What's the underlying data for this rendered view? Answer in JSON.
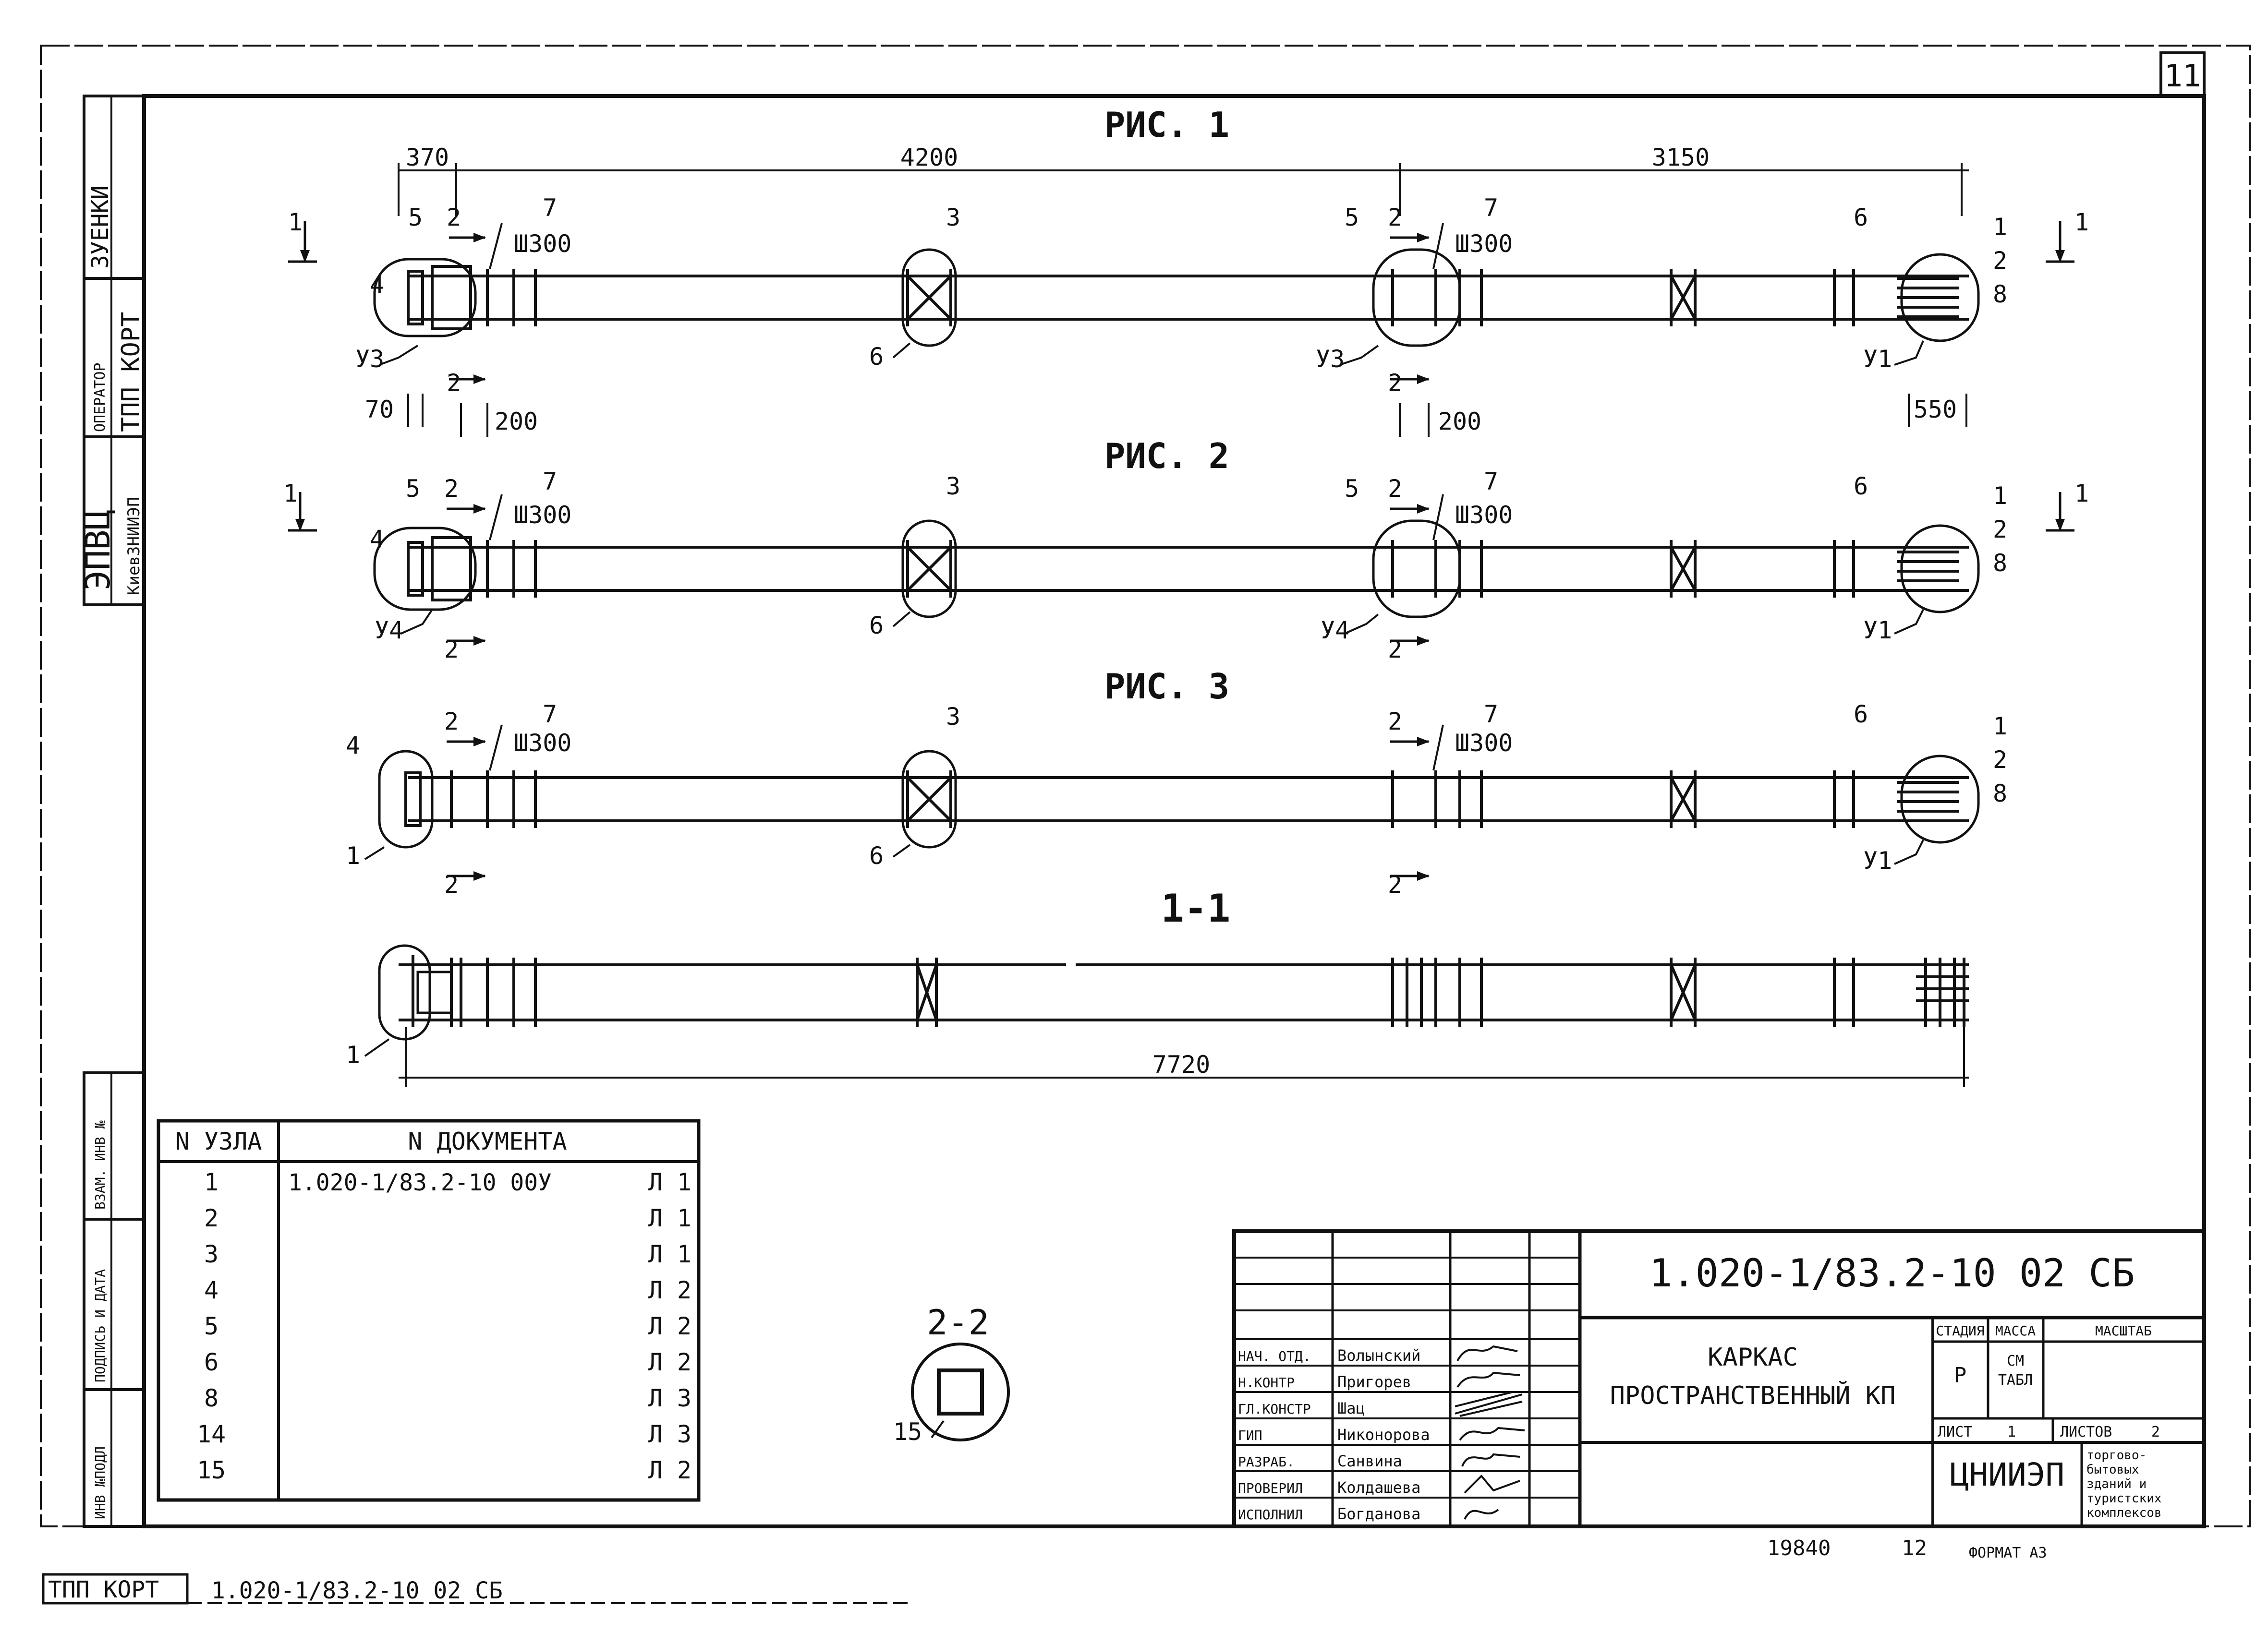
{
  "sheet_number": "11",
  "figures": [
    {
      "title": "РИС. 1"
    },
    {
      "title": "РИС. 2"
    },
    {
      "title": "РИС. 3"
    },
    {
      "title": "1-1"
    }
  ],
  "section_arrow": "1",
  "section_cut": "2",
  "callouts": {
    "n1": "1",
    "n2": "2",
    "n3": "3",
    "n4": "4",
    "n5": "5",
    "n6": "6",
    "n7": "7",
    "n8": "8",
    "n15": "15",
    "u1": "У1",
    "u3": "У3",
    "u4": "У4",
    "w300": "Ш300"
  },
  "dimensions": {
    "d370": "370",
    "d4200": "4200",
    "d3150": "3150",
    "d70": "70",
    "d200": "200",
    "d550": "550",
    "d7720": "7720"
  },
  "section_2_2": "2-2",
  "nodes_table": {
    "headers": [
      "N УЗЛА",
      "N ДОКУМЕНТА"
    ],
    "rows": [
      {
        "node": "1",
        "doc": "1.020-1/83.2-10 00У",
        "sheet": "Л 1"
      },
      {
        "node": "2",
        "doc": "",
        "sheet": "Л 1"
      },
      {
        "node": "3",
        "doc": "",
        "sheet": "Л 1"
      },
      {
        "node": "4",
        "doc": "",
        "sheet": "Л 2"
      },
      {
        "node": "5",
        "doc": "",
        "sheet": "Л 2"
      },
      {
        "node": "6",
        "doc": "",
        "sheet": "Л 2"
      },
      {
        "node": "8",
        "doc": "",
        "sheet": "Л 3"
      },
      {
        "node": "14",
        "doc": "",
        "sheet": "Л 3"
      },
      {
        "node": "15",
        "doc": "",
        "sheet": "Л 2"
      }
    ]
  },
  "title_block": {
    "code": "1.020-1/83.2-10 02 СБ",
    "name_line1": "КАРКАС",
    "name_line2": "ПРОСТРАНСТВЕННЫЙ КП",
    "stage_label": "СТАДИЯ",
    "mass_label": "МАССА",
    "scale_label": "МАСШТАБ",
    "stage": "Р",
    "mass_line1": "СМ",
    "mass_line2": "ТАБЛ",
    "sheet_label": "ЛИСТ",
    "sheet_value": "1",
    "sheets_label": "ЛИСТОВ",
    "sheets_value": "2",
    "org": "ЦНИИЭП",
    "org_sub": [
      "торгово-",
      "бытовых",
      "зданий и",
      "туристских",
      "комплексов"
    ],
    "staff": [
      {
        "role": "НАЧ. ОТД.",
        "name": "Волынский"
      },
      {
        "role": "Н.КОНТР",
        "name": "Пригорев"
      },
      {
        "role": "ГЛ.КОНСТР",
        "name": "Шац"
      },
      {
        "role": "ГИП",
        "name": "Никонорова"
      },
      {
        "role": "РАЗРАБ.",
        "name": "Санвина"
      },
      {
        "role": "ПРОВЕРИЛ",
        "name": "Колдашева"
      },
      {
        "role": "ИСПОЛНИЛ",
        "name": "Богданова"
      }
    ],
    "bottom_num1": "19840",
    "bottom_num2": "12",
    "format": "ФОРМАТ А3"
  },
  "left_stamp": {
    "org": "ЭПВЦ",
    "org_sub": "КиевЗНИИЭП",
    "operator_label": "ОПЕРАТОР",
    "operator": "ТПП КОРТ",
    "name": "ЗУЕНКИ",
    "side_labels": [
      "ВЗАМ. ИНВ №",
      "ПОДПИСЬ И ДАТА",
      "ИНВ №ПОДЛ"
    ]
  },
  "footer": {
    "left": "ТПП КОРТ",
    "code": "1.020-1/83.2-10 02 СБ"
  }
}
